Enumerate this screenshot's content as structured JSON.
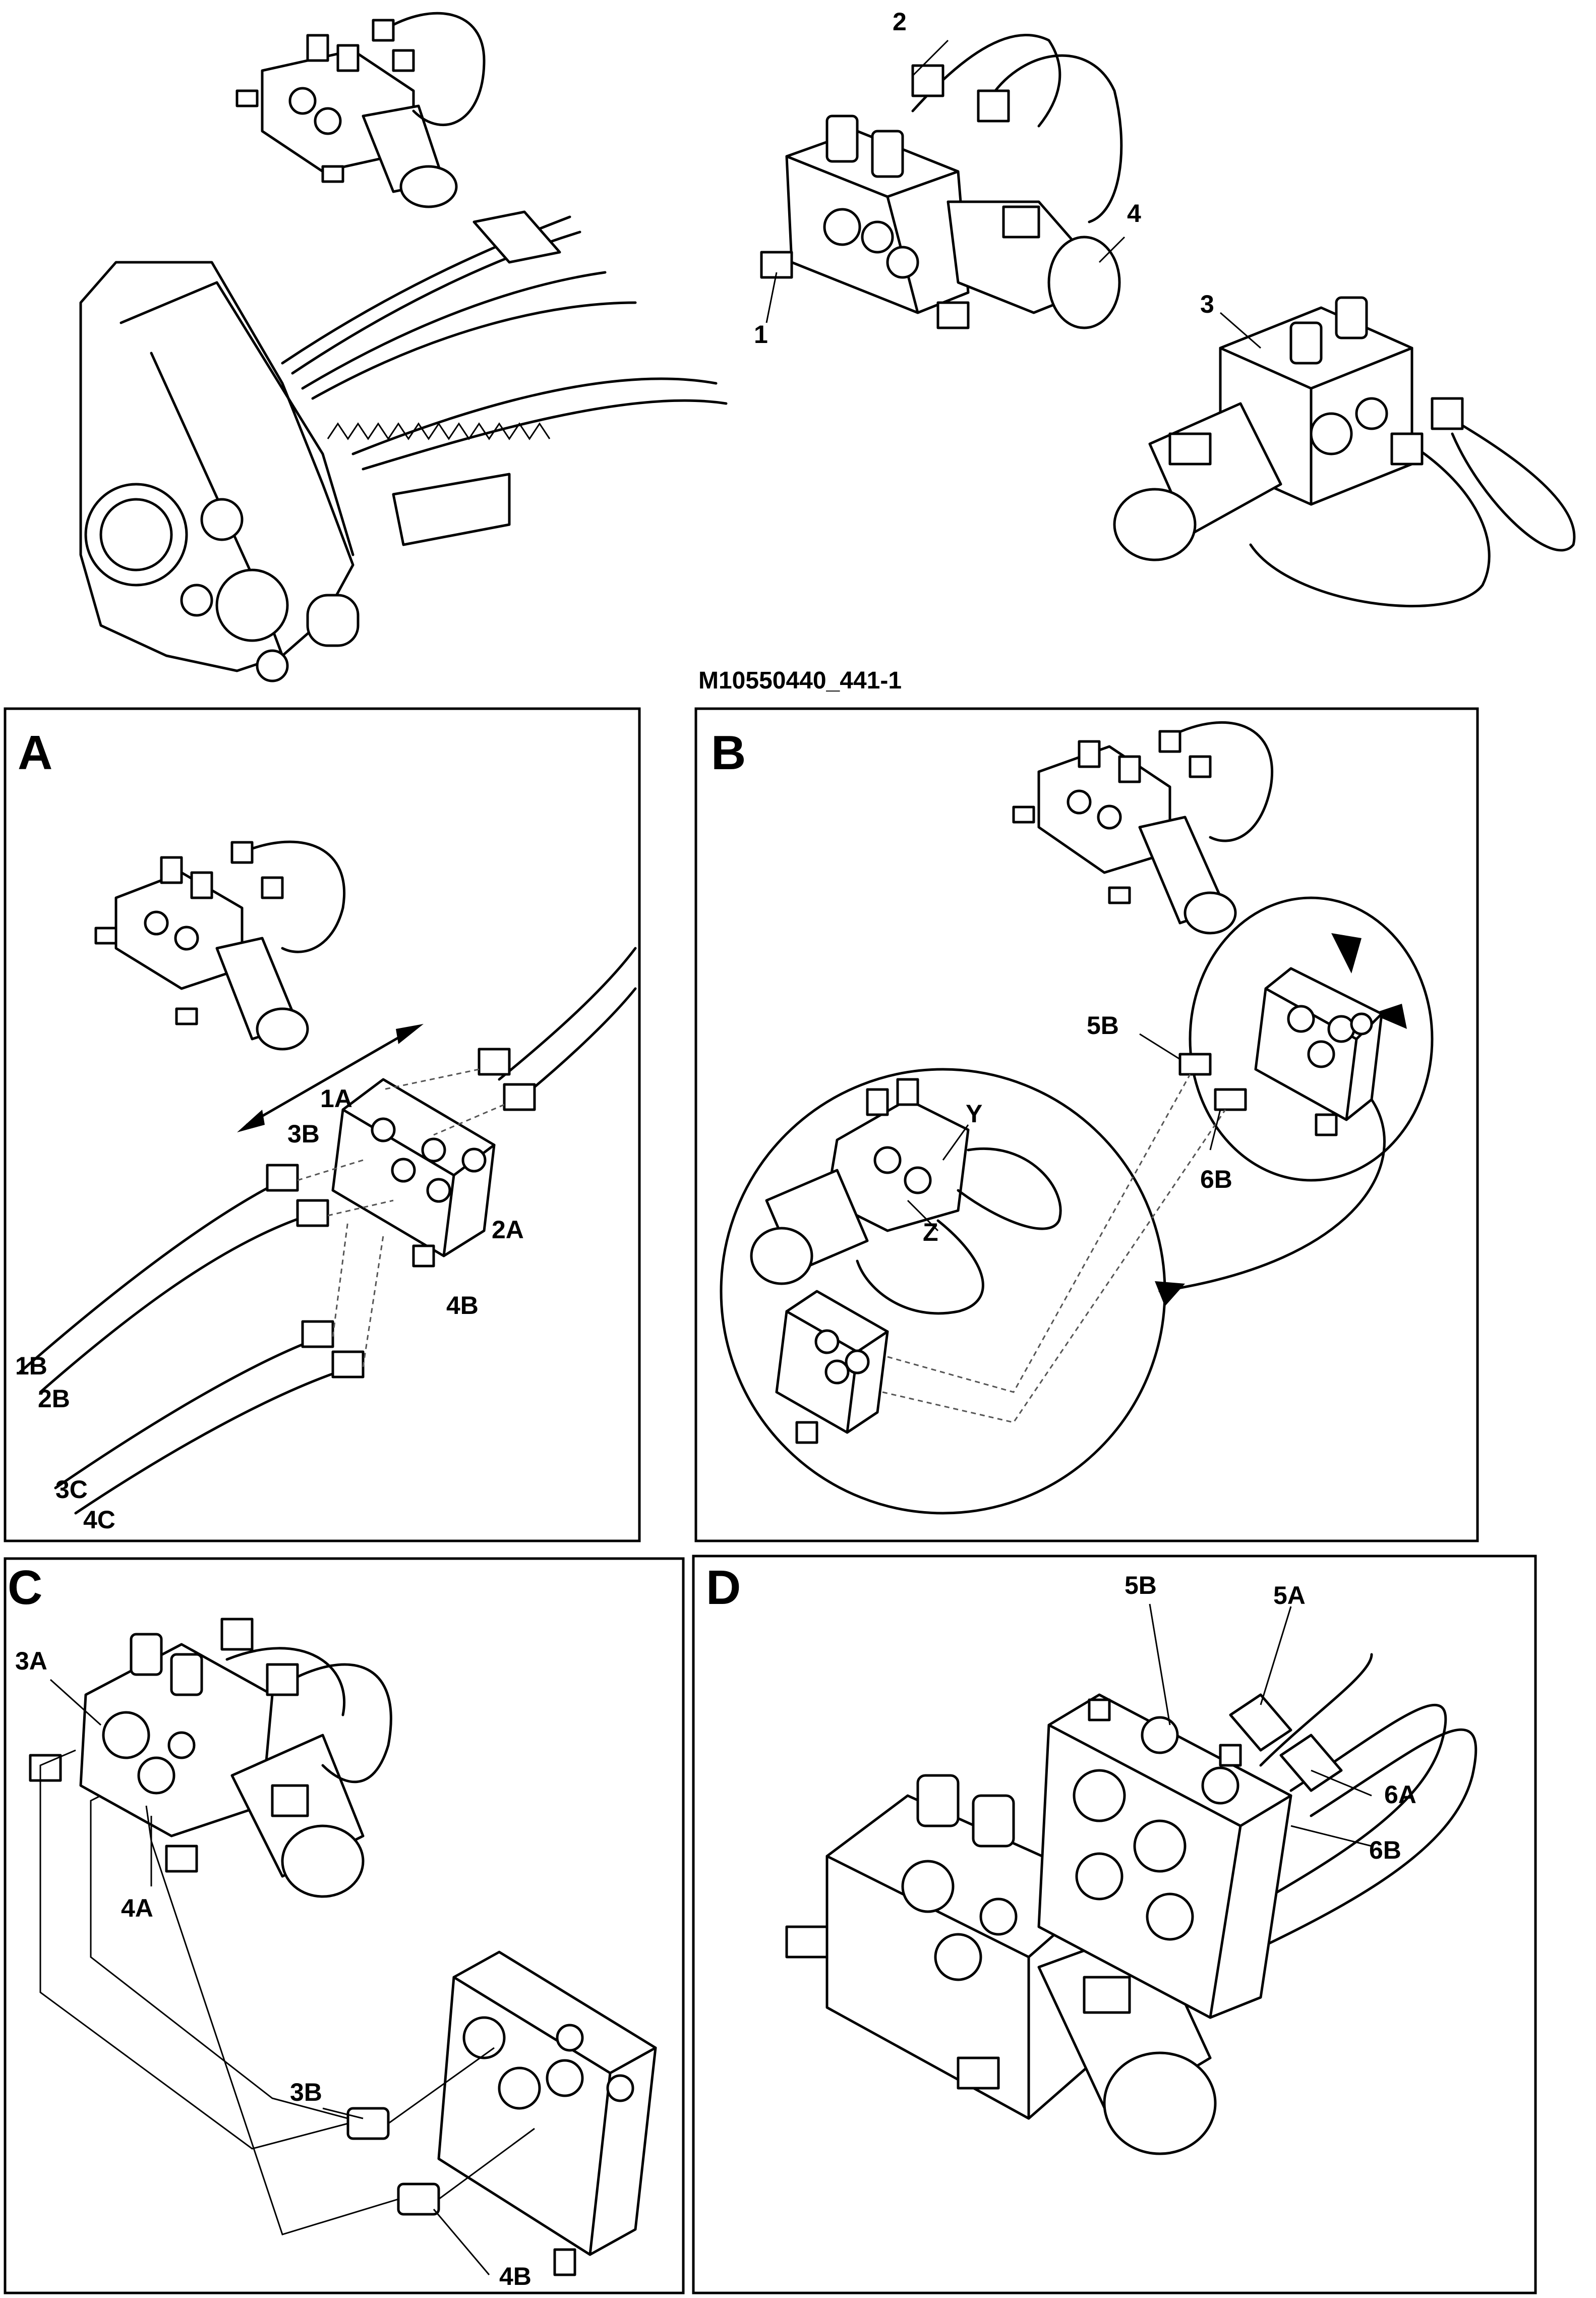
{
  "figure_id": "M10550440_441-1",
  "panels": {
    "A": {
      "letter": "A",
      "callouts": [
        "1A",
        "3B",
        "2A",
        "4B",
        "1B",
        "2B",
        "3C",
        "4C"
      ]
    },
    "B": {
      "letter": "B",
      "callouts": [
        "5B",
        "6B",
        "Y",
        "Z"
      ]
    },
    "C": {
      "letter": "C",
      "callouts": [
        "3A",
        "4A",
        "3B",
        "4B"
      ]
    },
    "D": {
      "letter": "D",
      "callouts": [
        "5B",
        "5A",
        "6A",
        "6B"
      ]
    }
  },
  "overview": {
    "callouts": [
      "2",
      "4",
      "1",
      "3"
    ]
  }
}
